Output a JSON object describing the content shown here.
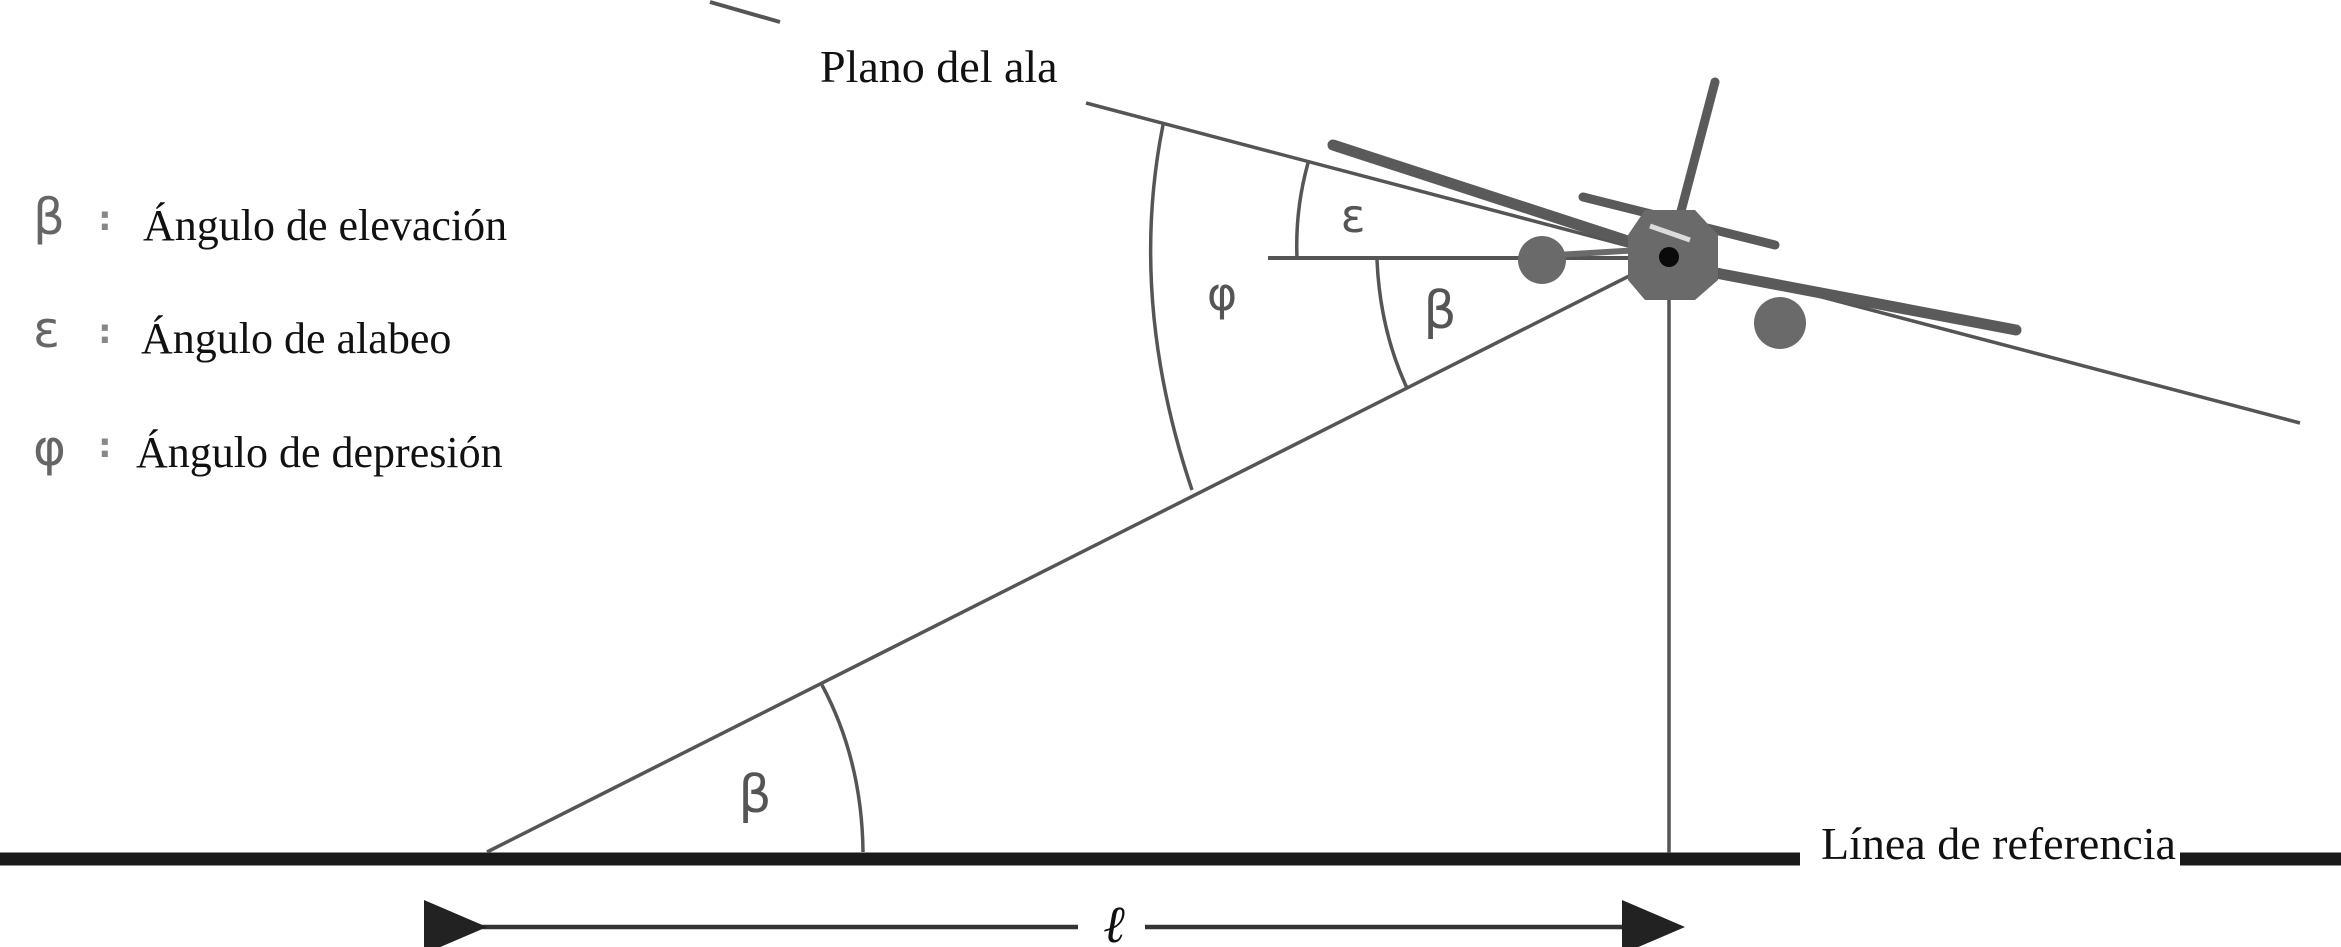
{
  "figure": {
    "wing_plane_label": "Plano del ala",
    "reference_line_label": "Línea de referencia",
    "distance_label": "ℓ"
  },
  "legend": [
    {
      "symbol": "β",
      "separator": ":",
      "text": "Ángulo de elevación"
    },
    {
      "symbol": "ε",
      "separator": ":",
      "text": "Ángulo de alabeo"
    },
    {
      "symbol": "φ",
      "separator": ":",
      "text": "Ángulo de depresión"
    }
  ],
  "angle_labels": {
    "epsilon": "ε",
    "phi": "φ",
    "beta_upper": "β",
    "beta_lower": "β"
  },
  "colors": {
    "text": "#111111",
    "line": "#555555",
    "thick_line": "#1a1a1a",
    "aircraft": "#6a6a6a",
    "symbol_gray": "#666666"
  }
}
